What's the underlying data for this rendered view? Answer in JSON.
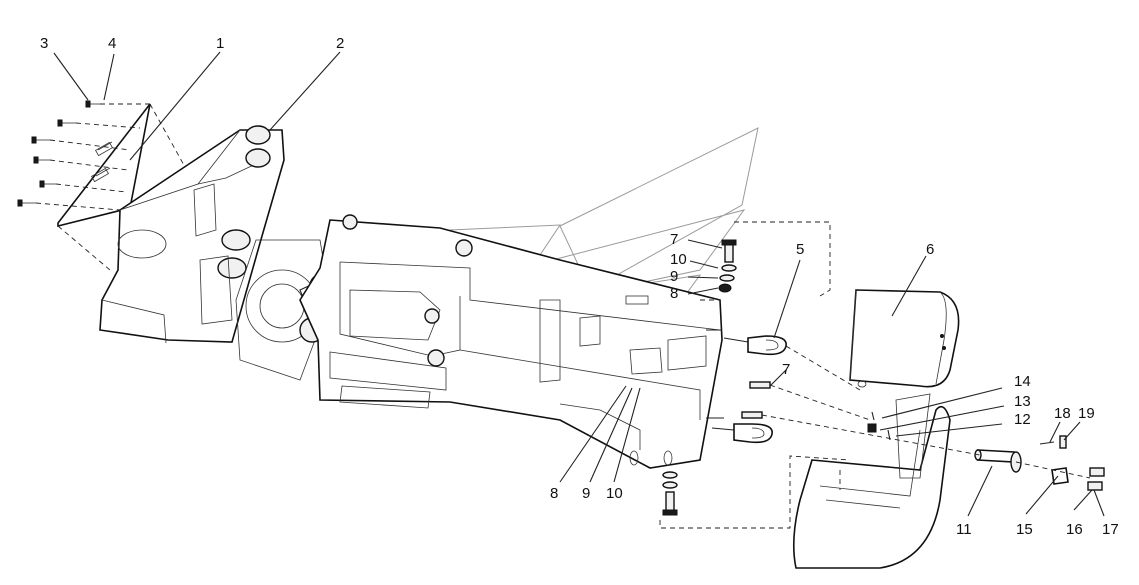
{
  "diagram": {
    "callouts": [
      "1",
      "2",
      "3",
      "4",
      "5",
      "6",
      "7",
      "7",
      "8",
      "8",
      "9",
      "9",
      "10",
      "10",
      "11",
      "12",
      "13",
      "14",
      "15",
      "16",
      "17",
      "18",
      "19"
    ]
  }
}
